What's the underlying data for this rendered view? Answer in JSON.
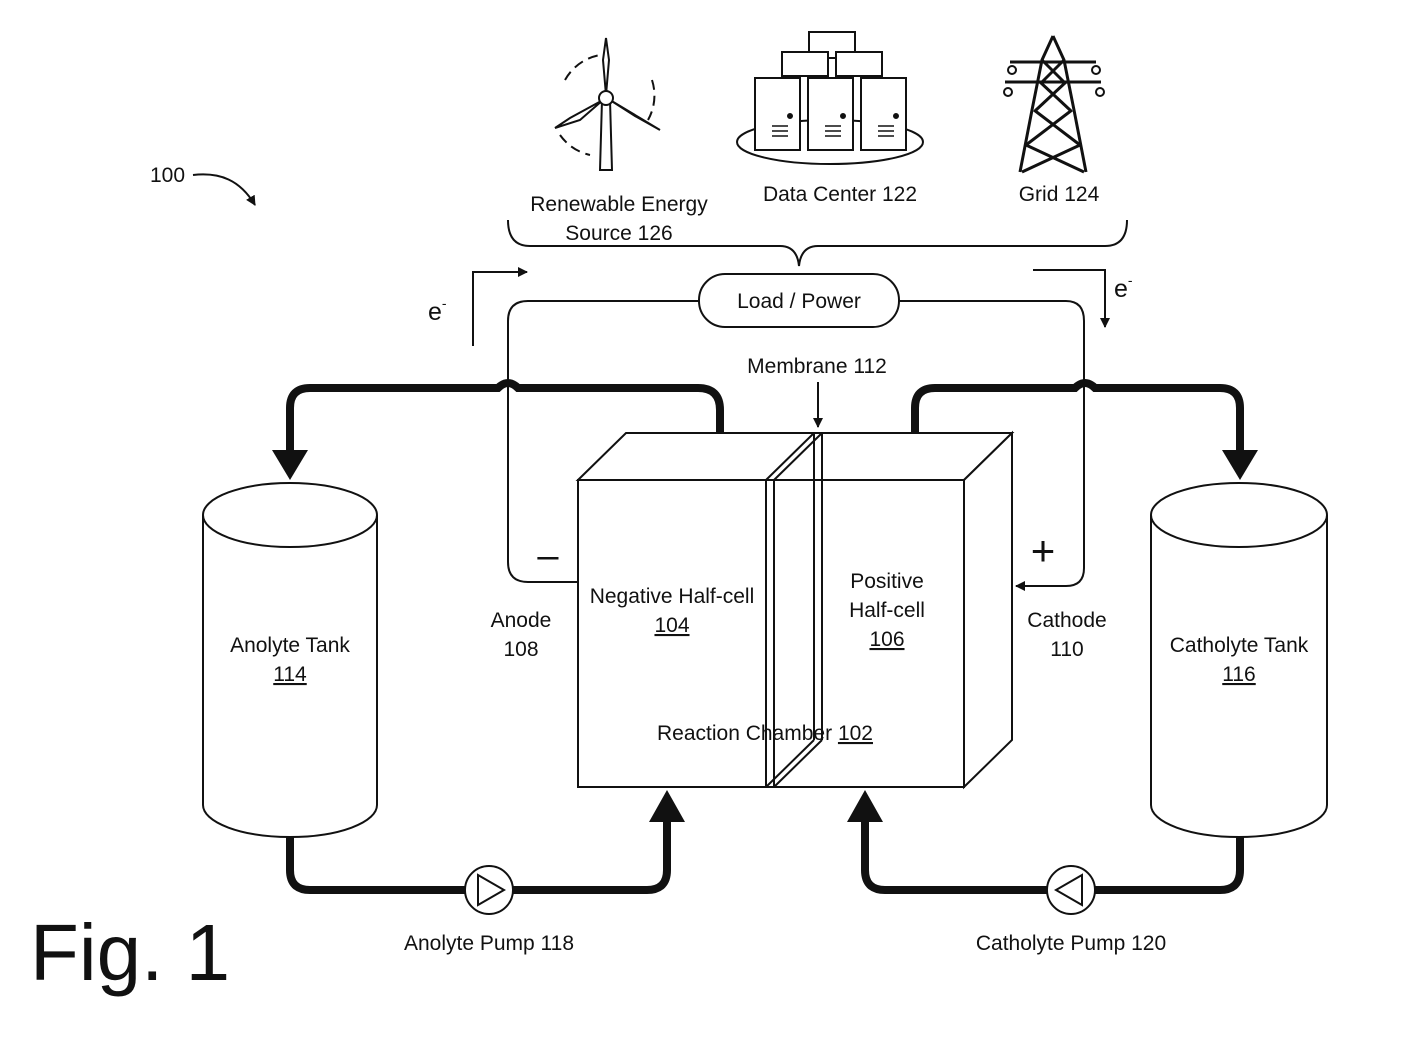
{
  "figure": {
    "title": "Fig. 1",
    "ref": "100"
  },
  "sources": {
    "renewable_line1": "Renewable Energy",
    "renewable_line2": "Source 126",
    "data_center": "Data Center 122",
    "grid": "Grid 124"
  },
  "load": {
    "label": "Load / Power"
  },
  "electron": {
    "left": "e",
    "right": "e",
    "sup": "-"
  },
  "membrane": {
    "label": "Membrane 112"
  },
  "anode": {
    "name": "Anode",
    "num": "108",
    "sign": "–"
  },
  "cathode": {
    "name": "Cathode",
    "num": "110",
    "sign": "+"
  },
  "negative_cell": {
    "label": "Negative Half-cell",
    "num": "104"
  },
  "positive_cell": {
    "line1": "Positive",
    "line2": "Half-cell",
    "num": "106"
  },
  "reaction_chamber": {
    "label": "Reaction Chamber",
    "num": "102"
  },
  "anolyte_tank": {
    "label": "Anolyte Tank",
    "num": "114"
  },
  "catholyte_tank": {
    "label": "Catholyte Tank",
    "num": "116"
  },
  "anolyte_pump": {
    "label": "Anolyte Pump 118"
  },
  "catholyte_pump": {
    "label": "Catholyte Pump 120"
  },
  "icons": {
    "wind": "wind-turbine-icon",
    "servers": "server-rack-icon",
    "tower": "transmission-tower-icon"
  }
}
